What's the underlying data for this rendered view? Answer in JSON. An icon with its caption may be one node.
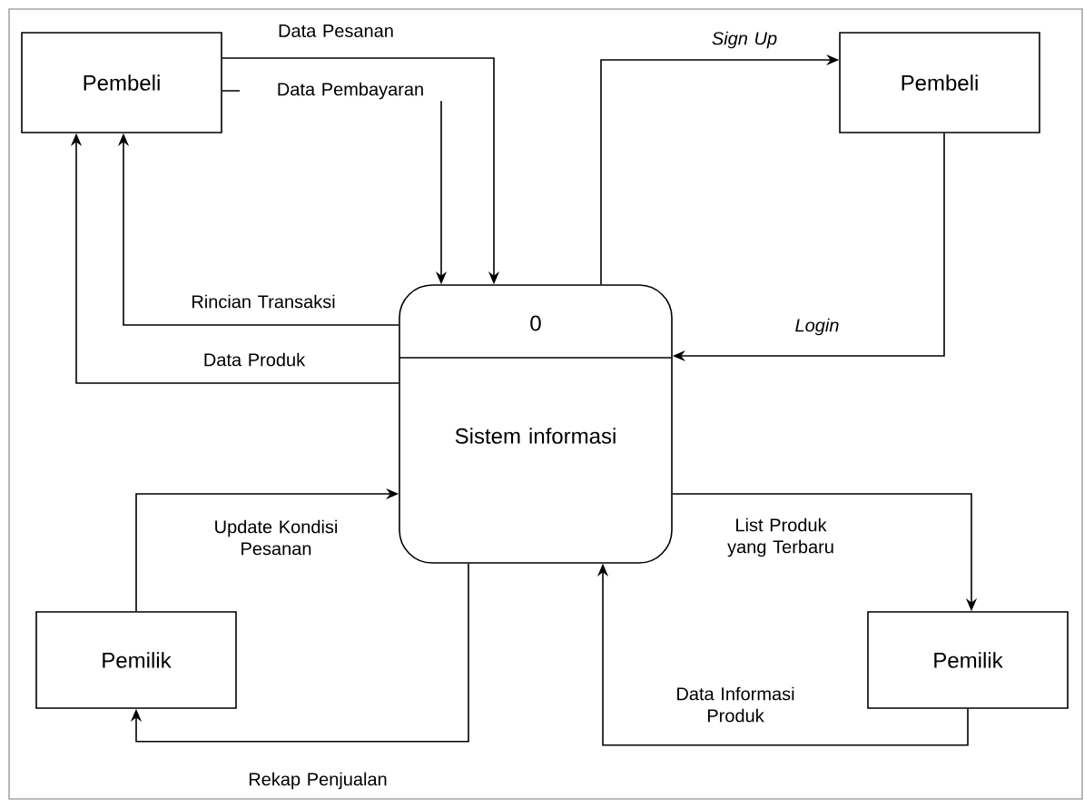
{
  "diagram": {
    "nodes": [
      {
        "text": [
          "Pembeli"
        ]
      },
      {
        "text": [
          "Pembeli"
        ]
      },
      {
        "text": [
          "0",
          "Sistem informasi"
        ]
      },
      {
        "text": [
          "Pemilik"
        ]
      },
      {
        "text": [
          "Pemilik"
        ]
      }
    ],
    "edges": [
      {
        "from": 0,
        "to": 2,
        "arrow": "to",
        "label": "Data Pesanan"
      },
      {
        "from": 0,
        "to": 2,
        "arrow": "to",
        "label": "Data Pembayaran"
      },
      {
        "from": 2,
        "to": 0,
        "arrow": "to",
        "label": "Rincian Transaksi"
      },
      {
        "from": 2,
        "to": 0,
        "arrow": "to",
        "label": "Data Produk"
      },
      {
        "from": 2,
        "to": 1,
        "arrow": "to",
        "label": "Sign Up"
      },
      {
        "from": 1,
        "to": 2,
        "arrow": "to",
        "label": "Login"
      },
      {
        "from": 3,
        "to": 2,
        "arrow": "to",
        "label": "Update Kondisi Pesanan"
      },
      {
        "from": 2,
        "to": 3,
        "arrow": "to",
        "label": "Rekap Penjualan"
      },
      {
        "from": 2,
        "to": 4,
        "arrow": "to",
        "label": "List Produk yang Terbaru"
      },
      {
        "from": 4,
        "to": 2,
        "arrow": "to",
        "label": "Data Informasi Produk"
      }
    ]
  }
}
